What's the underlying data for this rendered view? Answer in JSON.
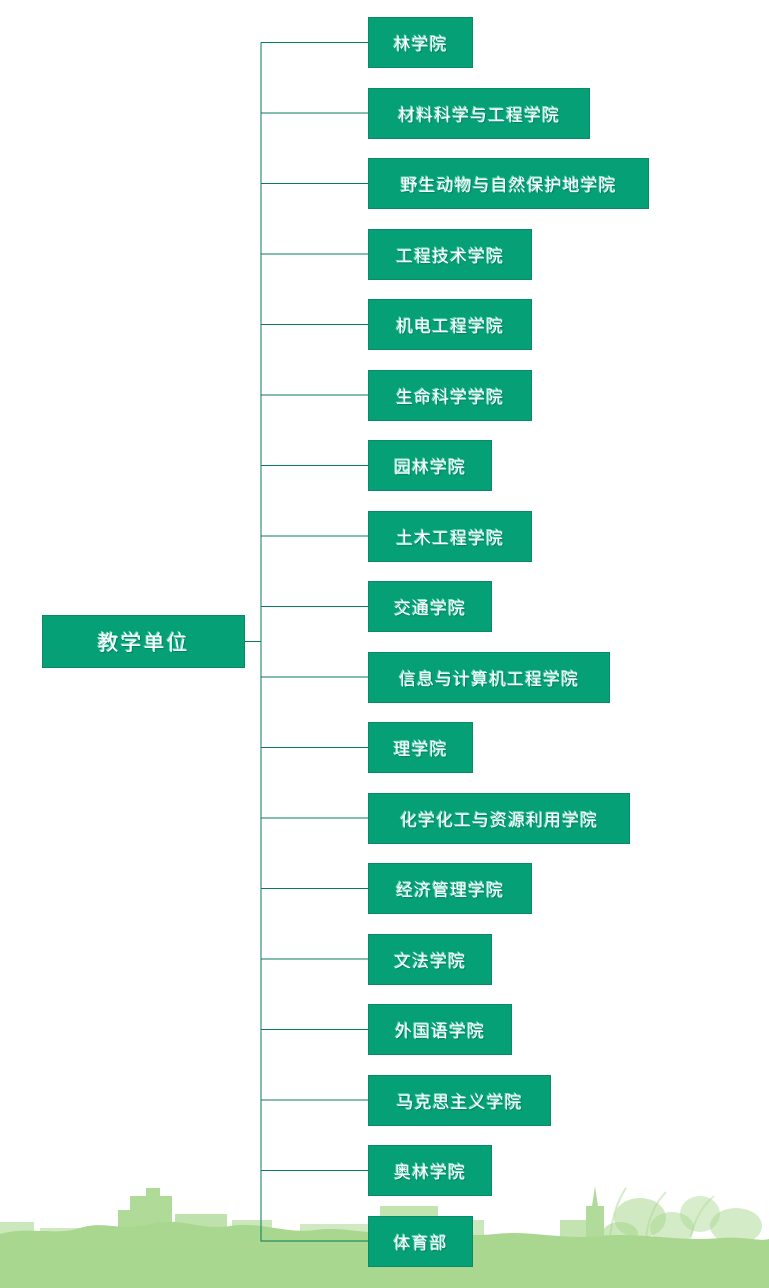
{
  "page": {
    "title": "教学单位",
    "type": "org-chart",
    "orientation": "left-to-right"
  },
  "colors": {
    "node_fill": "#06a077",
    "node_border": "#0a8a68",
    "node_text": "#ffffff",
    "connector_line": "#0a7a5c",
    "background": "#ffffff",
    "watermark_green": "#a9d78f"
  },
  "chart_data": {
    "type": "tree",
    "root": {
      "label": "教学单位"
    },
    "children": [
      {
        "label": "林学院"
      },
      {
        "label": "材料科学与工程学院"
      },
      {
        "label": "野生动物与自然保护地学院"
      },
      {
        "label": "工程技术学院"
      },
      {
        "label": "机电工程学院"
      },
      {
        "label": "生命科学学院"
      },
      {
        "label": "园林学院"
      },
      {
        "label": "土木工程学院"
      },
      {
        "label": "交通学院"
      },
      {
        "label": "信息与计算机工程学院"
      },
      {
        "label": "理学院"
      },
      {
        "label": "化学化工与资源利用学院"
      },
      {
        "label": "经济管理学院"
      },
      {
        "label": "文法学院"
      },
      {
        "label": "外国语学院"
      },
      {
        "label": "马克思主义学院"
      },
      {
        "label": "奥林学院"
      },
      {
        "label": "体育部"
      }
    ]
  },
  "watermark": {
    "description": "campus-panorama-watermark"
  }
}
